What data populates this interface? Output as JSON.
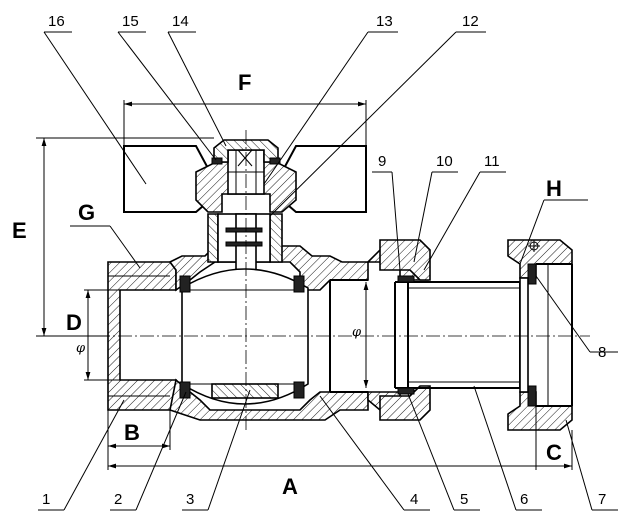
{
  "dimensions": {
    "A": "A",
    "B": "B",
    "C": "C",
    "D": "D",
    "E": "E",
    "F": "F",
    "G": "G",
    "H": "H"
  },
  "symbols": {
    "diameter": "φ"
  },
  "parts": [
    {
      "num": "1"
    },
    {
      "num": "2"
    },
    {
      "num": "3"
    },
    {
      "num": "4"
    },
    {
      "num": "5"
    },
    {
      "num": "6"
    },
    {
      "num": "7"
    },
    {
      "num": "8"
    },
    {
      "num": "9"
    },
    {
      "num": "10"
    },
    {
      "num": "11"
    },
    {
      "num": "12"
    },
    {
      "num": "13"
    },
    {
      "num": "14"
    },
    {
      "num": "15"
    },
    {
      "num": "16"
    }
  ]
}
